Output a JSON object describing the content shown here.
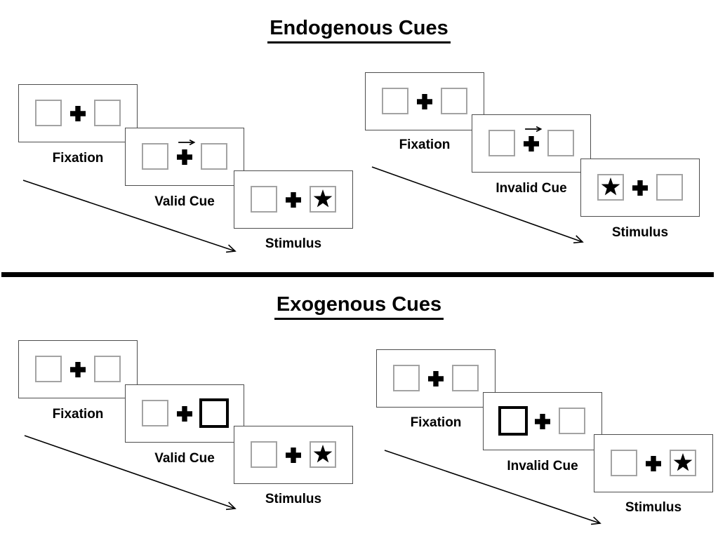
{
  "colors": {
    "background": "#ffffff",
    "panel_border": "#4d4d4d",
    "placeholder_box_border": "#a3a3a3",
    "cue_box_border": "#000000",
    "ink": "#000000"
  },
  "icons": {
    "fixation_cross": "✚",
    "cue_direction_arrow": "→",
    "target_star": "★",
    "time_arrow": "↘"
  },
  "sections": [
    {
      "title": "Endogenous Cues",
      "trials": [
        {
          "type": "valid",
          "panels": [
            {
              "label": "Fixation",
              "kind": "fixation"
            },
            {
              "label": "Valid Cue",
              "kind": "arrow-cue",
              "arrow_direction": "right"
            },
            {
              "label": "Stimulus",
              "kind": "stimulus",
              "star_side": "right"
            }
          ]
        },
        {
          "type": "invalid",
          "panels": [
            {
              "label": "Fixation",
              "kind": "fixation"
            },
            {
              "label": "Invalid Cue",
              "kind": "arrow-cue",
              "arrow_direction": "right"
            },
            {
              "label": "Stimulus",
              "kind": "stimulus",
              "star_side": "left"
            }
          ]
        }
      ]
    },
    {
      "title": "Exogenous Cues",
      "trials": [
        {
          "type": "valid",
          "panels": [
            {
              "label": "Fixation",
              "kind": "fixation"
            },
            {
              "label": "Valid Cue",
              "kind": "box-cue",
              "cue_side": "right"
            },
            {
              "label": "Stimulus",
              "kind": "stimulus",
              "star_side": "right"
            }
          ]
        },
        {
          "type": "invalid",
          "panels": [
            {
              "label": "Fixation",
              "kind": "fixation"
            },
            {
              "label": "Invalid Cue",
              "kind": "box-cue",
              "cue_side": "left"
            },
            {
              "label": "Stimulus",
              "kind": "stimulus",
              "star_side": "right"
            }
          ]
        }
      ]
    }
  ]
}
